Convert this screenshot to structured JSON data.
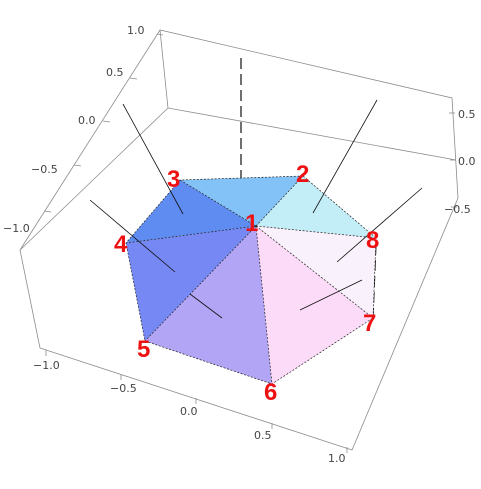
{
  "axes": {
    "left_ticks": [
      "1.0",
      "0.5",
      "0.0",
      "−0.5",
      "−1.0"
    ],
    "bottom_ticks": [
      "−1.0",
      "−0.5",
      "0.0",
      "0.5",
      "1.0"
    ],
    "right_ticks": [
      "0.5",
      "0.0",
      "−0.5"
    ]
  },
  "vertices": [
    "1",
    "2",
    "3",
    "4",
    "5",
    "6",
    "7",
    "8"
  ],
  "colors": {
    "face_12": "#c4eef7",
    "face_23": "#82c2f6",
    "face_34": "#5f8cf0",
    "face_45": "#7688f3",
    "face_56": "#b3a5f5",
    "face_67": "#fcdbf8",
    "face_78": "#f9f1fb",
    "label": "#ee1111"
  }
}
